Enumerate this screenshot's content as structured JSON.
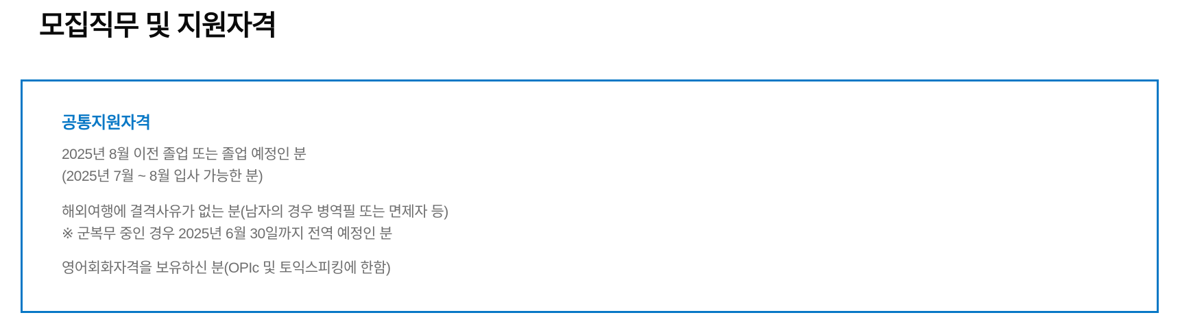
{
  "page": {
    "title": "모집직무 및 지원자격"
  },
  "qualification_box": {
    "heading": "공통지원자격",
    "paragraphs": [
      {
        "lines": [
          "2025년 8월 이전 졸업 또는 졸업 예정인 분",
          "(2025년 7월 ~ 8월 입사 가능한 분)"
        ]
      },
      {
        "lines": [
          "해외여행에 결격사유가 없는 분(남자의 경우 병역필 또는 면제자 등)",
          "※ 군복무 중인 경우 2025년 6월 30일까지 전역 예정인 분"
        ]
      },
      {
        "lines": [
          "영어회화자격을 보유하신 분(OPIc 및 토익스피킹에 한함)"
        ]
      }
    ]
  },
  "colors": {
    "accent_blue": "#0878c6",
    "title_black": "#0a0a0a",
    "body_gray": "#6e6e6e",
    "background": "#ffffff"
  }
}
